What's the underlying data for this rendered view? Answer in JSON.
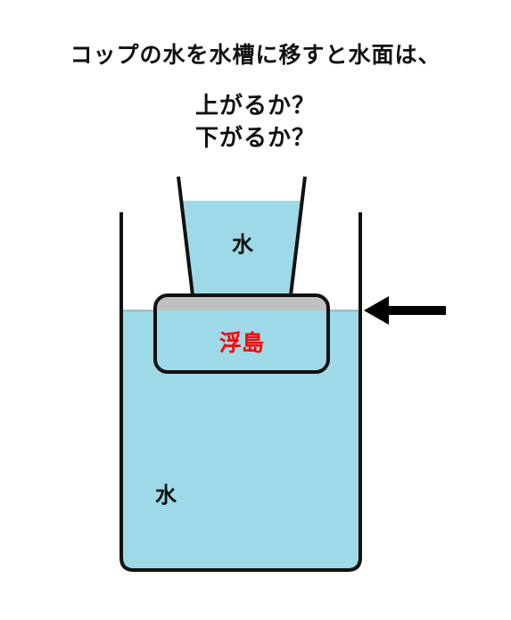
{
  "question": {
    "line1": "コップの水を水槽に移すと水面は、",
    "line2": "上がるか？",
    "line3": "下がるか？"
  },
  "labels": {
    "cup_water": "水",
    "island": "浮島",
    "tank_water": "水"
  },
  "colors": {
    "water": "#9dd9e6",
    "island_top": "#c0c0c0",
    "island_label": "#ff0000",
    "outline": "#111111",
    "arrow": "#000000"
  },
  "icons": {
    "water_level_marker": "left-arrow-icon"
  }
}
